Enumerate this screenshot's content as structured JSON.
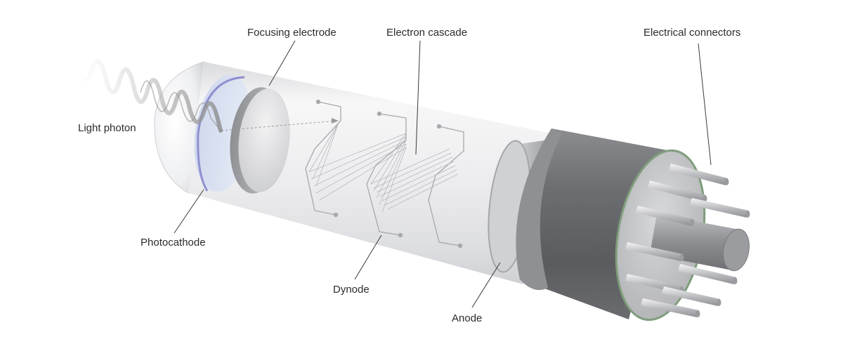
{
  "labels": {
    "light_photon": "Light photon",
    "photocathode": "Photocathode",
    "focusing_electrode": "Focusing electrode",
    "electron_cascade": "Electron cascade",
    "dynode": "Dynode",
    "anode": "Anode",
    "electrical_connectors": "Electrical connectors"
  }
}
